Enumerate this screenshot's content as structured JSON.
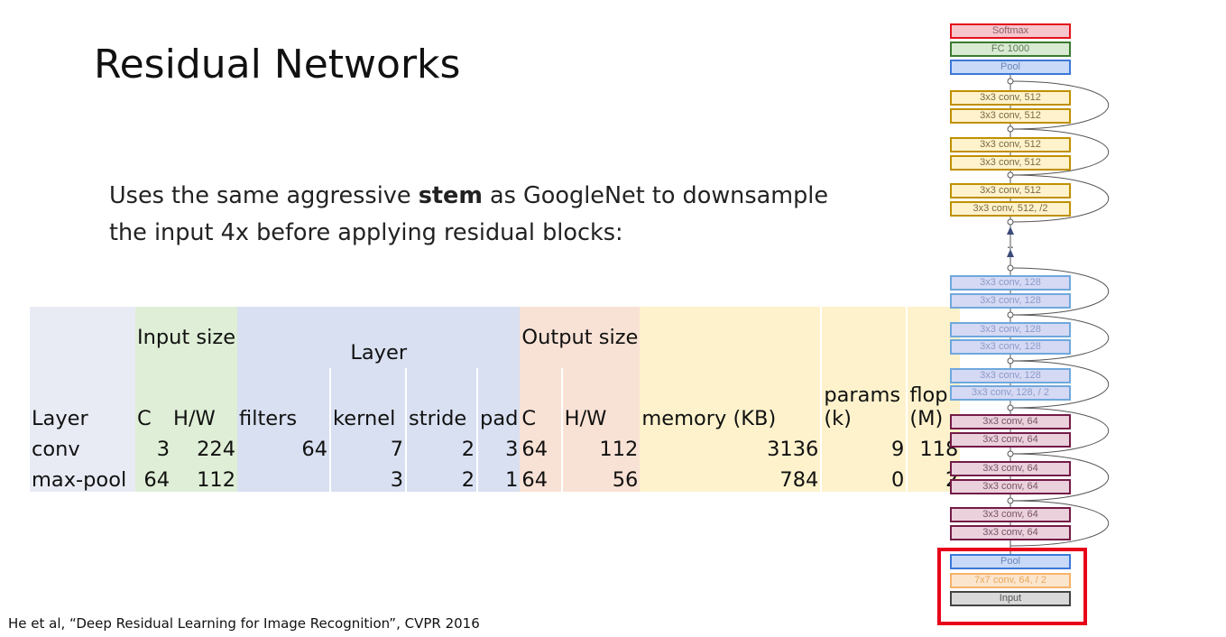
{
  "slide": {
    "title": "Residual Networks",
    "subtitle_pre": "Uses the same aggressive ",
    "subtitle_bold": "stem",
    "subtitle_post": " as GoogleNet to downsample the input 4x before applying residual blocks:",
    "citation": "He et al, “Deep Residual Learning for Image Recognition”, CVPR 2016"
  },
  "table": {
    "group_headers": {
      "input_size": "Input size",
      "layer": "Layer",
      "output_size": "Output size"
    },
    "headers": [
      "Layer",
      "C",
      "H/W",
      "filters",
      "kernel",
      "stride",
      "pad",
      "C",
      "H/W",
      "memory (KB)",
      "params (k)",
      "flop (M)"
    ],
    "rows": [
      [
        "conv",
        "3",
        "224",
        "64",
        "7",
        "2",
        "3",
        "64",
        "112",
        "3136",
        "9",
        "118"
      ],
      [
        "max-pool",
        "64",
        "112",
        "",
        "3",
        "2",
        "1",
        "64",
        "56",
        "784",
        "0",
        "2"
      ]
    ]
  },
  "architecture": {
    "blocks": [
      {
        "label": "Softmax",
        "kind": "softmax"
      },
      {
        "label": "FC 1000",
        "kind": "fc"
      },
      {
        "label": "Pool",
        "kind": "pool"
      },
      {
        "label": "3x3 conv, 512",
        "kind": "c512"
      },
      {
        "label": "3x3 conv, 512",
        "kind": "c512"
      },
      {
        "label": "3x3 conv, 512",
        "kind": "c512"
      },
      {
        "label": "3x3 conv, 512",
        "kind": "c512"
      },
      {
        "label": "3x3 conv, 512",
        "kind": "c512"
      },
      {
        "label": "3x3 conv, 512, /2",
        "kind": "c512"
      },
      {
        "label": "3x3 conv, 128",
        "kind": "c128"
      },
      {
        "label": "3x3 conv, 128",
        "kind": "c128"
      },
      {
        "label": "3x3 conv, 128",
        "kind": "c128"
      },
      {
        "label": "3x3 conv, 128",
        "kind": "c128"
      },
      {
        "label": "3x3 conv, 128",
        "kind": "c128"
      },
      {
        "label": "3x3 conv, 128, / 2",
        "kind": "c128"
      },
      {
        "label": "3x3 conv, 64",
        "kind": "c64"
      },
      {
        "label": "3x3 conv, 64",
        "kind": "c64"
      },
      {
        "label": "3x3 conv, 64",
        "kind": "c64"
      },
      {
        "label": "3x3 conv, 64",
        "kind": "c64"
      },
      {
        "label": "3x3 conv, 64",
        "kind": "c64"
      },
      {
        "label": "3x3 conv, 64",
        "kind": "c64"
      },
      {
        "label": "Pool",
        "kind": "pool"
      },
      {
        "label": "7x7 conv, 64, / 2",
        "kind": "c7"
      },
      {
        "label": "Input",
        "kind": "inp"
      }
    ],
    "ellipsis": "..",
    "colors": {
      "highlight": "#e8001a"
    }
  }
}
